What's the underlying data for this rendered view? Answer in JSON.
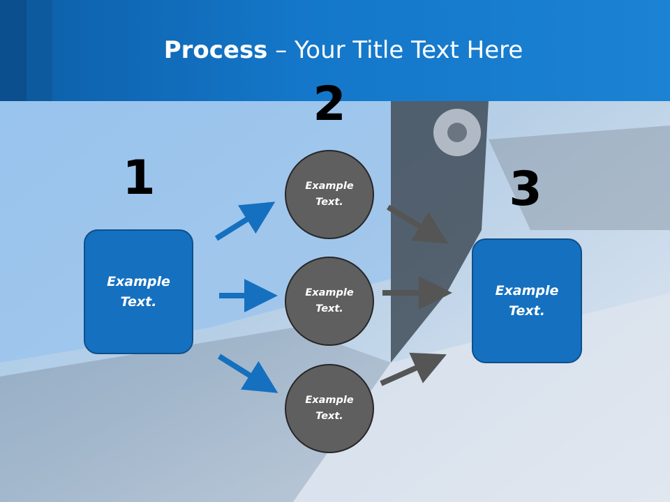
{
  "slide": {
    "title_bold": "Process",
    "title_rest": " – Your Title Text Here"
  },
  "steps": {
    "step1": {
      "number": "1",
      "label_line1": "Example",
      "label_line2": "Text."
    },
    "step2": {
      "number": "2"
    },
    "step3": {
      "number": "3",
      "label_line1": "Example",
      "label_line2": "Text."
    }
  },
  "circles": [
    {
      "line1": "Example",
      "line2": "Text."
    },
    {
      "line1": "Example",
      "line2": "Text."
    },
    {
      "line1": "Example",
      "line2": "Text."
    }
  ],
  "colors": {
    "header_blue": "#1477c9",
    "box_blue": "#1570bf",
    "circle_gray": "#5f5f5f",
    "arrow_blue": "#1570bf",
    "arrow_gray": "#555555"
  }
}
